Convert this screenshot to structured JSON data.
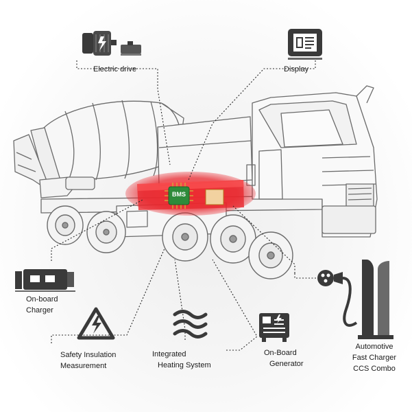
{
  "labels": {
    "electric_drive": "Electric drive",
    "display": "Display",
    "bms": "BMS",
    "onboard_charger_1": "On-board",
    "onboard_charger_2": "Charger",
    "safety_1": "Safety Insulation",
    "safety_2": "Measurement",
    "heating_1": "Integrated",
    "heating_2": "Heating System",
    "generator_1": "On-Board",
    "generator_2": "Generator",
    "charger_1": "Automotive",
    "charger_2": "Fast Charger",
    "charger_3": "CCS Combo"
  },
  "colors": {
    "battery_red": "#e8262d",
    "bms_green": "#2e8b3a",
    "line": "#2a2a2a",
    "icon": "#3a3a3a"
  },
  "icons": [
    "electric-motor-icon",
    "display-icon",
    "onboard-charger-icon",
    "warning-triangle-icon",
    "heating-waves-icon",
    "generator-icon",
    "ccs-plug-icon",
    "charging-station-icon",
    "bms-chip-icon"
  ]
}
